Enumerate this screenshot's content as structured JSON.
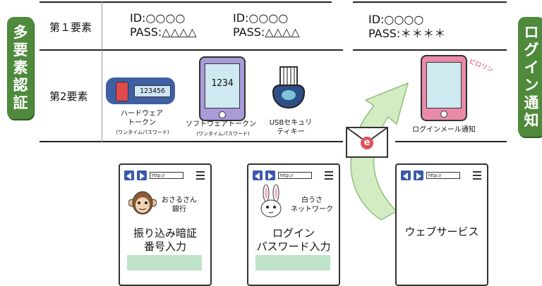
{
  "left_tag": [
    "多",
    "要",
    "素",
    "認",
    "証"
  ],
  "right_tag": [
    "ロ",
    "グ",
    "イ",
    "ン",
    "通",
    "知"
  ],
  "row1": {
    "label": "第１要素",
    "creds": [
      {
        "id": "ID:○○○○",
        "pass": "PASS:△△△△"
      },
      {
        "id": "ID:○○○○",
        "pass": "PASS:△△△△"
      },
      {
        "id": "ID:○○○○",
        "pass": "PASS:＊＊＊＊"
      }
    ]
  },
  "row2": {
    "label": "第2要素",
    "hw_token": {
      "display": "123456",
      "label1": "ハードウェア",
      "label2": "トークン",
      "note": "(ワンタイムパスワード)"
    },
    "sw_token": {
      "display": "1234",
      "label": "ソフトウェアトークン",
      "note": "(ワンタイムパスワード)"
    },
    "usb_key": {
      "label1": "USBセキュリ",
      "label2": "ティキー"
    },
    "login_mail": {
      "label": "ログインメール通知",
      "sound": "ピロリン"
    }
  },
  "envelope_letter": "e",
  "phones": [
    {
      "url": "http://",
      "service1": "おさるさん",
      "service2": "銀行",
      "title1": "振り込み暗証",
      "title2": "番号入力"
    },
    {
      "url": "http://",
      "service1": "白うさ",
      "service2": "ネットワーク",
      "title1": "ログイン",
      "title2": "パスワード入力"
    },
    {
      "url": "http://",
      "title1": "ウェブサービス"
    }
  ],
  "colors": {
    "green": "#4f8a3c",
    "phone_blue": "#3a5aa8",
    "pink": "#e98aa8",
    "purple": "#a99ad8",
    "screen": "#cfe9f0"
  }
}
